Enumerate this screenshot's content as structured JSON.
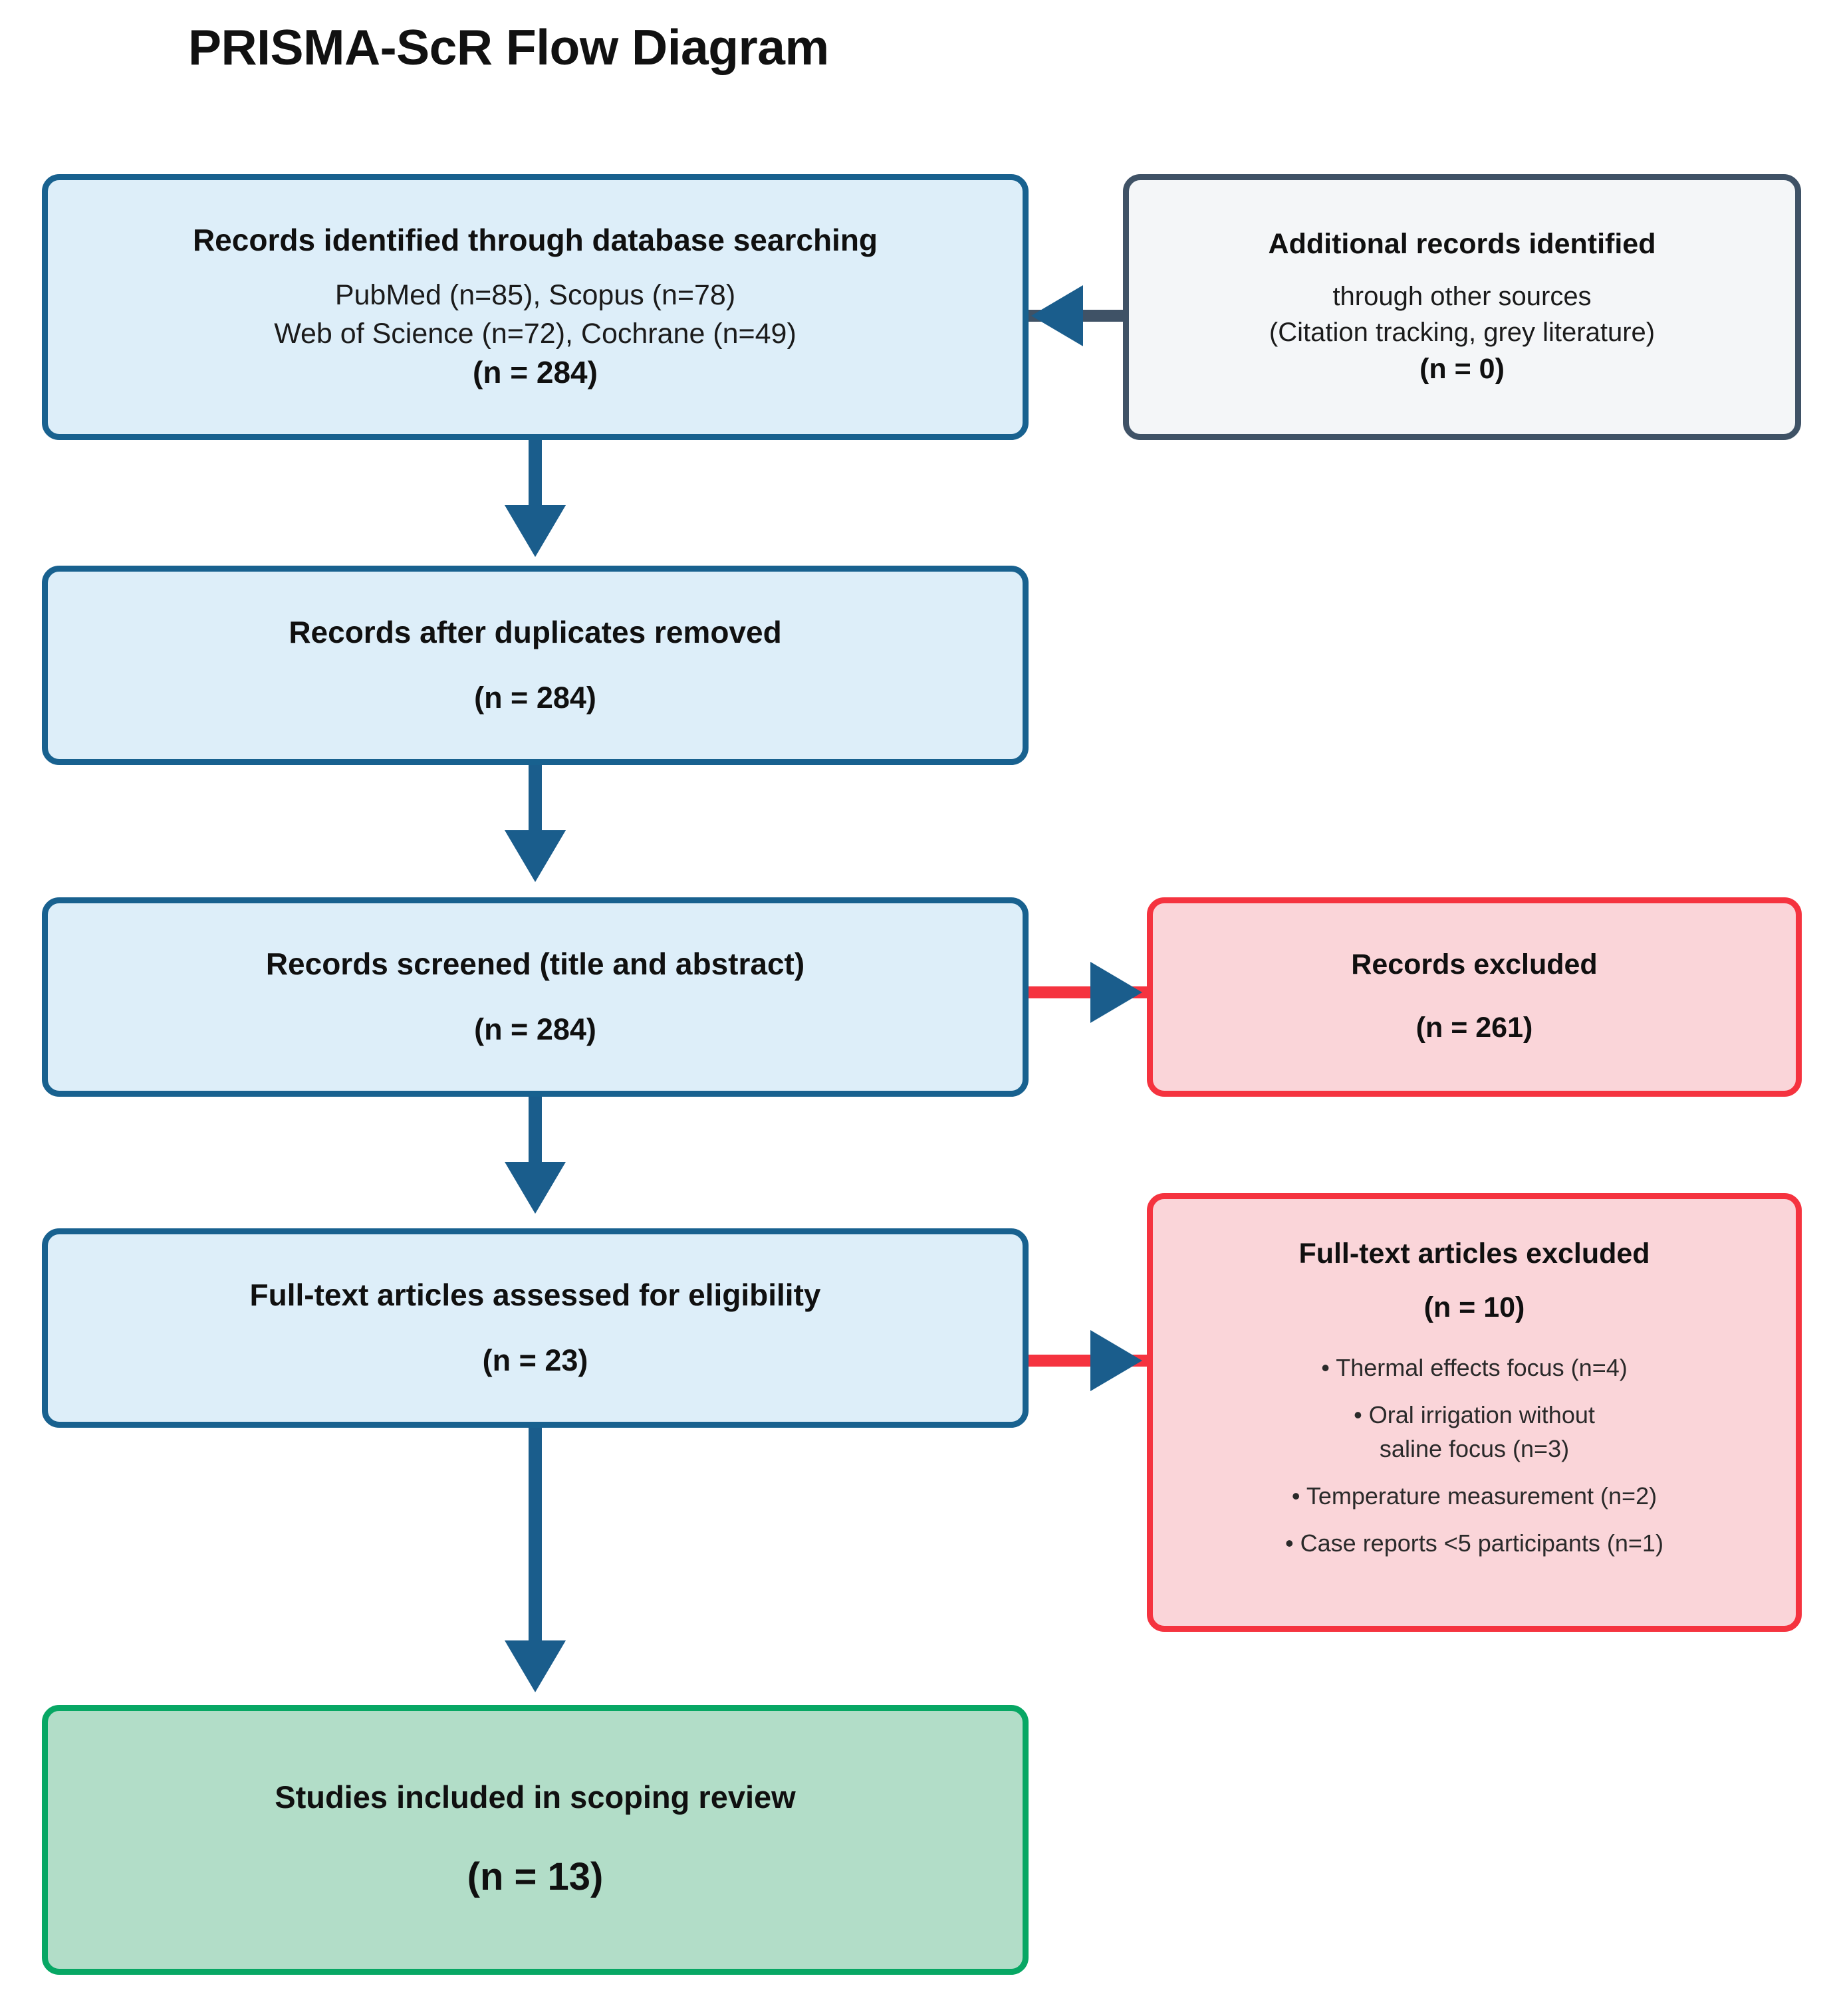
{
  "title": "PRISMA-ScR Flow Diagram",
  "colors": {
    "blue_border": "#18618f",
    "blue_fill": "#ddeef9",
    "grey_border": "#3f5266",
    "grey_fill": "#f4f6f8",
    "red_border": "#f5333f",
    "red_fill": "#fad5d9",
    "green_border": "#07a764",
    "green_fill": "#b2ddc8",
    "arrow": "#1a5d8c"
  },
  "nodes": {
    "identified": {
      "title": "Records identified through database searching",
      "line2": "PubMed (n=85), Scopus (n=78)",
      "line3": "Web of Science (n=72), Cochrane (n=49)",
      "count": "(n = 284)"
    },
    "additional": {
      "title": "Additional records identified",
      "line2": "through other sources",
      "line3": "(Citation tracking, grey literature)",
      "count": "(n = 0)"
    },
    "duplicates": {
      "title": "Records after duplicates removed",
      "count": "(n = 284)"
    },
    "screened": {
      "title": "Records screened (title and abstract)",
      "count": "(n = 284)"
    },
    "records_excluded": {
      "title": "Records excluded",
      "count": "(n = 261)"
    },
    "fulltext": {
      "title": "Full-text articles assessed for eligibility",
      "count": "(n = 23)"
    },
    "fulltext_excluded": {
      "title": "Full-text articles excluded",
      "count": "(n = 10)",
      "reasons": [
        "• Thermal effects focus (n=4)",
        "• Oral irrigation without\nsaline focus (n=3)",
        "• Temperature measurement (n=2)",
        "• Case reports <5 participants (n=1)"
      ]
    },
    "included": {
      "title": "Studies included in scoping review",
      "count": "(n = 13)"
    }
  },
  "chart_data": {
    "type": "diagram",
    "title": "PRISMA-ScR Flow Diagram",
    "stages": [
      {
        "id": "identified",
        "label": "Records identified through database searching",
        "n": 284
      },
      {
        "id": "additional",
        "label": "Additional records identified through other sources (Citation tracking, grey literature)",
        "n": 0
      },
      {
        "id": "duplicates",
        "label": "Records after duplicates removed",
        "n": 284
      },
      {
        "id": "screened",
        "label": "Records screened (title and abstract)",
        "n": 284
      },
      {
        "id": "records_excluded",
        "label": "Records excluded",
        "n": 261
      },
      {
        "id": "fulltext",
        "label": "Full-text articles assessed for eligibility",
        "n": 23
      },
      {
        "id": "fulltext_excluded",
        "label": "Full-text articles excluded",
        "n": 10
      },
      {
        "id": "included",
        "label": "Studies included in scoping review",
        "n": 13
      }
    ],
    "sources": [
      {
        "name": "PubMed",
        "n": 85
      },
      {
        "name": "Scopus",
        "n": 78
      },
      {
        "name": "Web of Science",
        "n": 72
      },
      {
        "name": "Cochrane",
        "n": 49
      }
    ],
    "exclusion_reasons": [
      {
        "reason": "Thermal effects focus",
        "n": 4
      },
      {
        "reason": "Oral irrigation without saline focus",
        "n": 3
      },
      {
        "reason": "Temperature measurement",
        "n": 2
      },
      {
        "reason": "Case reports <5 participants",
        "n": 1
      }
    ],
    "edges": [
      {
        "from": "additional",
        "to": "identified",
        "direction": "left"
      },
      {
        "from": "identified",
        "to": "duplicates",
        "direction": "down"
      },
      {
        "from": "duplicates",
        "to": "screened",
        "direction": "down"
      },
      {
        "from": "screened",
        "to": "records_excluded",
        "direction": "right"
      },
      {
        "from": "screened",
        "to": "fulltext",
        "direction": "down"
      },
      {
        "from": "fulltext",
        "to": "fulltext_excluded",
        "direction": "right"
      },
      {
        "from": "fulltext",
        "to": "included",
        "direction": "down"
      }
    ]
  }
}
